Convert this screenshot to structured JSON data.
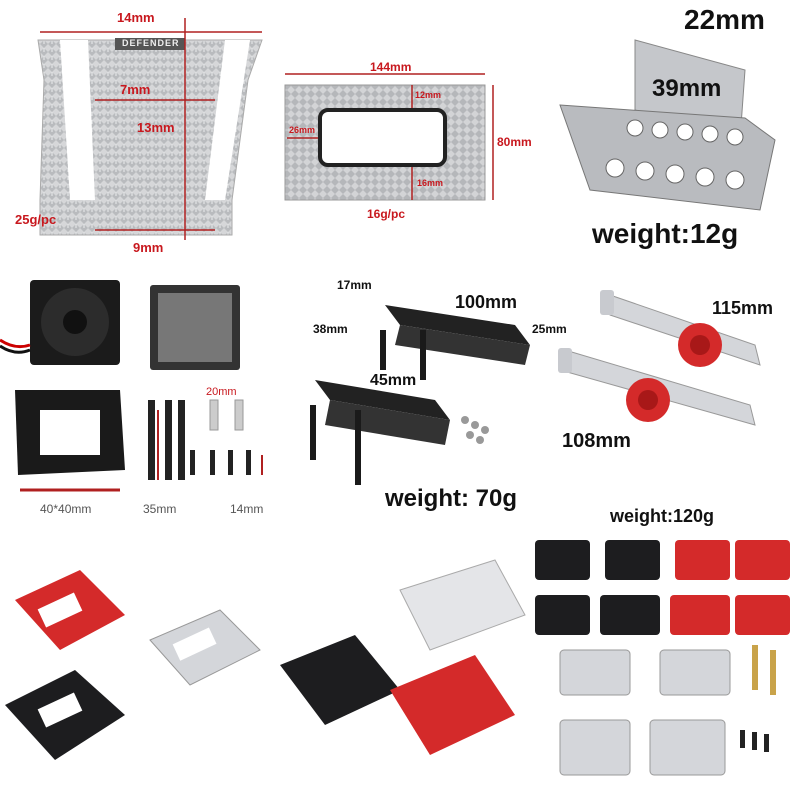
{
  "panel_a": {
    "top_width": "14mm",
    "brand": "DEFENDER",
    "inner_width": "7mm",
    "height": "13mm",
    "bottom_width": "9mm",
    "weight": "25g/pc"
  },
  "panel_b": {
    "width": "144mm",
    "top_gap": "12mm",
    "side_gap": "26mm",
    "height": "80mm",
    "bottom_gap": "16mm",
    "weight": "16g/pc"
  },
  "panel_c": {
    "width": "22mm",
    "length": "39mm",
    "weight": "weight:12g"
  },
  "panel_d": {
    "fan_size": "40*40mm",
    "screw_length": "35mm",
    "standoff_length": "20mm",
    "short_length": "14mm"
  },
  "panel_e": {
    "depth": "17mm",
    "height": "38mm",
    "length": "100mm",
    "step_width": "45mm",
    "weight": "weight: 70g"
  },
  "panel_f": {
    "length_top": "115mm",
    "diameter": "25mm",
    "length_bottom": "108mm"
  },
  "panel_k": {
    "weight": "weight:120g"
  },
  "colors": {
    "red_label": "#c8181e",
    "anodized_red": "#d42a2a",
    "silver": "#d4d6da",
    "black_metal": "#1d1d1f"
  }
}
